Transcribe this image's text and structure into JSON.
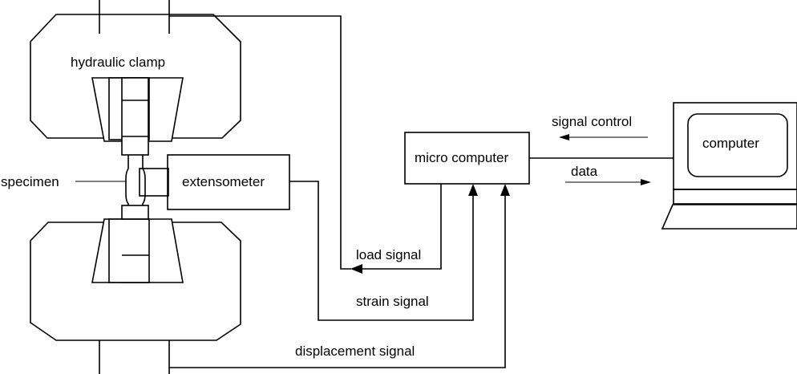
{
  "labels": {
    "hydraulic_clamp": "hydraulic clamp",
    "specimen": "specimen",
    "extensometer": "extensometer",
    "micro_computer": "micro computer",
    "computer": "computer",
    "signal_control": "signal control",
    "data": "data",
    "load_signal": "load signal",
    "strain_signal": "strain signal",
    "displacement_signal": "displacement signal"
  }
}
